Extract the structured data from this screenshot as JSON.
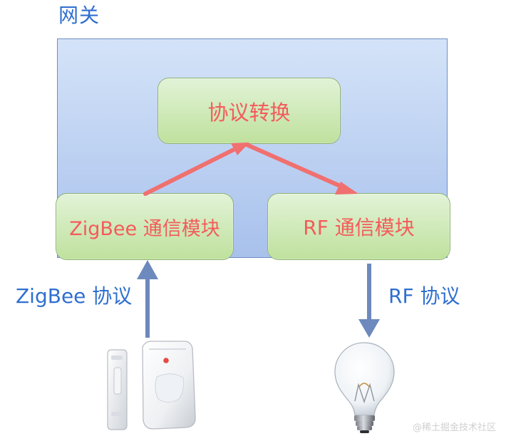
{
  "diagram": {
    "gateway_title": "网关",
    "modules": {
      "protocol_conversion": "协议转换",
      "zigbee_module": "ZigBee 通信模块",
      "rf_module": "RF 通信模块"
    },
    "protocols": {
      "zigbee": "ZigBee 协议",
      "rf": "RF 协议"
    },
    "watermark": "@稀土掘金技术社区"
  },
  "colors": {
    "title_blue": "#2f6fd0",
    "arrow_red": "#f07070",
    "arrow_blue": "#6d89be",
    "module_text": "#f45b5b"
  },
  "icons": {
    "sensor": "door-window-sensor-icon",
    "bulb": "light-bulb-icon"
  }
}
